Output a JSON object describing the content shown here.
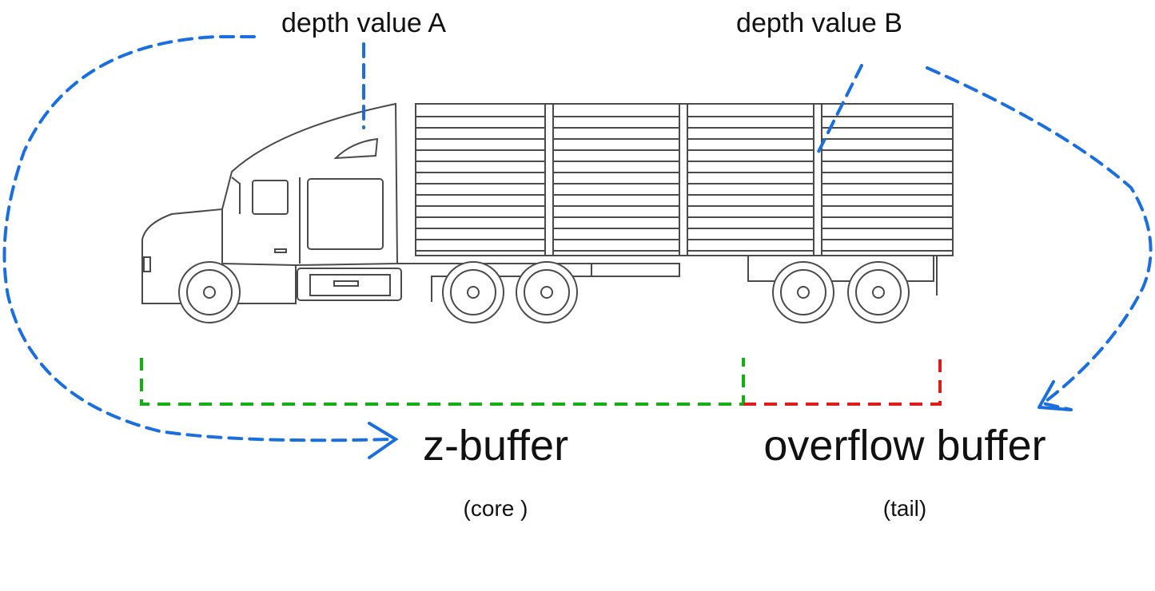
{
  "labels": {
    "depth_a": "depth value A",
    "depth_b": "depth value B",
    "zbuffer": "z-buffer",
    "zbuffer_sub": "(core )",
    "overflow": "overflow buffer",
    "overflow_sub": "(tail)"
  },
  "colors": {
    "arrow": "#1a6fe0",
    "zbuffer_bracket": "#13b013",
    "overflow_bracket": "#e01b1b",
    "truck": "#4a4a4a"
  },
  "icons": {
    "vehicle": "truck-icon"
  }
}
